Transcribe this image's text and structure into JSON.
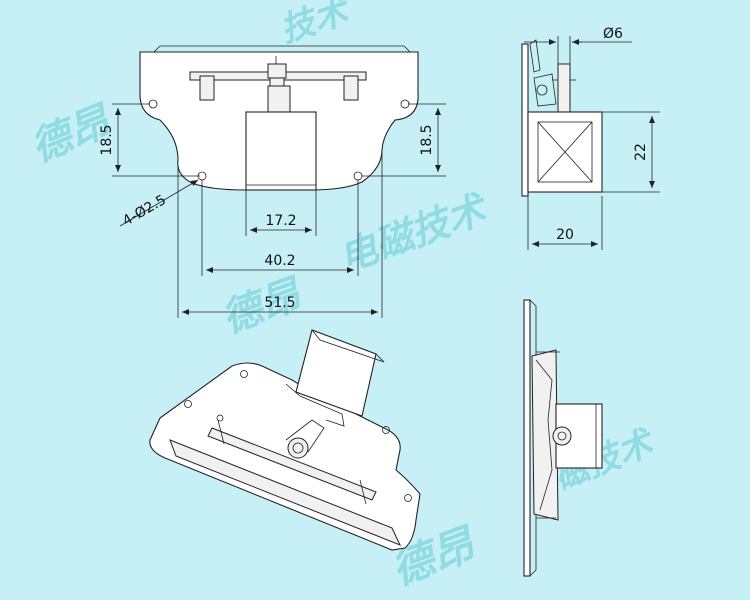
{
  "drawing": {
    "dimensions": {
      "top_height_left": "18.5",
      "top_height_right": "18.5",
      "hole_spec": "4-Ø2.5",
      "width_inner": "17.2",
      "width_mid": "40.2",
      "width_outer": "51.5",
      "shaft_diameter": "Ø6",
      "side_height": "22",
      "side_width": "20"
    },
    "watermarks": {
      "top": "技术",
      "middle_left": "德昂",
      "middle_right": "电磁技术",
      "lower_middle": "德昂",
      "bottom_left": "德昂",
      "bottom_right": "磁技术"
    },
    "colors": {
      "background": "#c6f0f6",
      "line": "#222222",
      "watermark": "#7fd6dc"
    }
  }
}
